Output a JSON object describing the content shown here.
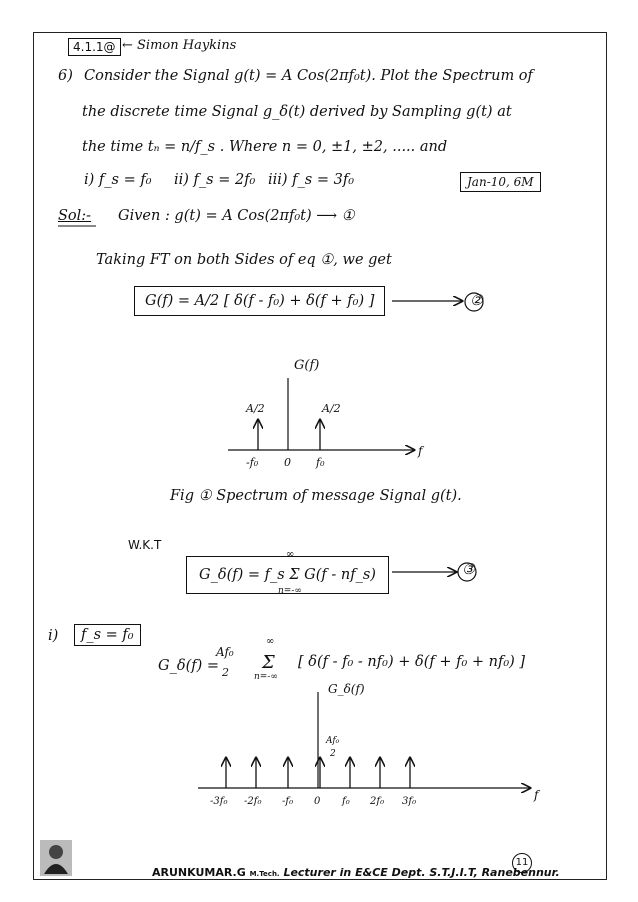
{
  "header": {
    "ref": "4.1.1@",
    "source": "← Simon Haykins"
  },
  "problem": {
    "number": "6)",
    "line1": "Consider the Signal g(t) = A Cos(2πf₀t). Plot the Spectrum of",
    "line2": "the discrete time Signal g_δ(t) derived by Sampling g(t) at",
    "line3": "the time tₙ = n/f_s . Where n = 0, ±1, ±2, ..... and",
    "cases": [
      "i) f_s = f₀",
      "ii) f_s = 2f₀",
      "iii) f_s = 3f₀"
    ],
    "exam": "Jan-10, 6M"
  },
  "solution": {
    "label": "Sol:-",
    "given": "Given :  g(t) = A Cos(2πf₀t) ⟶ ①",
    "taking": "Taking FT on both Sides of eq ①, we get",
    "eq2": "G(f) = A/2 [ δ(f - f₀) + δ(f + f₀) ]",
    "eq2_num": "②",
    "wkt": "W.K.T",
    "eq3": "G_δ(f) = f_s Σ G(f - nf_s)",
    "eq3_sum_top": "∞",
    "eq3_sum_bottom": "n=-∞",
    "eq3_num": "③"
  },
  "fig1": {
    "ylabel": "G(f)",
    "xlabel": "f",
    "impulse_labels": [
      "A/2",
      "A/2"
    ],
    "ticks": [
      "-f₀",
      "0",
      "f₀"
    ],
    "caption": "Fig ① Spectrum of message Signal g(t)."
  },
  "case1": {
    "marker": "i)",
    "boxed": "f_s = f₀",
    "eq_lhs": "G_δ(f) =",
    "eq_coef_top": "Af₀",
    "eq_coef_bottom": "2",
    "eq_sum": "Σ",
    "eq_sum_top": "∞",
    "eq_sum_bottom": "n=-∞",
    "eq_rhs": "[ δ(f - f₀ - nf₀) + δ(f + f₀ + nf₀) ]"
  },
  "fig2": {
    "ylabel": "G_δ(f)",
    "xlabel": "f",
    "impulse_label_top": "Af₀",
    "impulse_label_bottom": "2",
    "ticks": [
      "-3f₀",
      "-2f₀",
      "-f₀",
      "0",
      "f₀",
      "2f₀",
      "3f₀"
    ]
  },
  "footer": {
    "author": "ARUNKUMAR.G",
    "degree": "M.Tech.",
    "role": "Lecturer in",
    "dept": "E&CE",
    "college": "Dept. S.T.J.I.T, Ranebennur.",
    "page": "11"
  }
}
